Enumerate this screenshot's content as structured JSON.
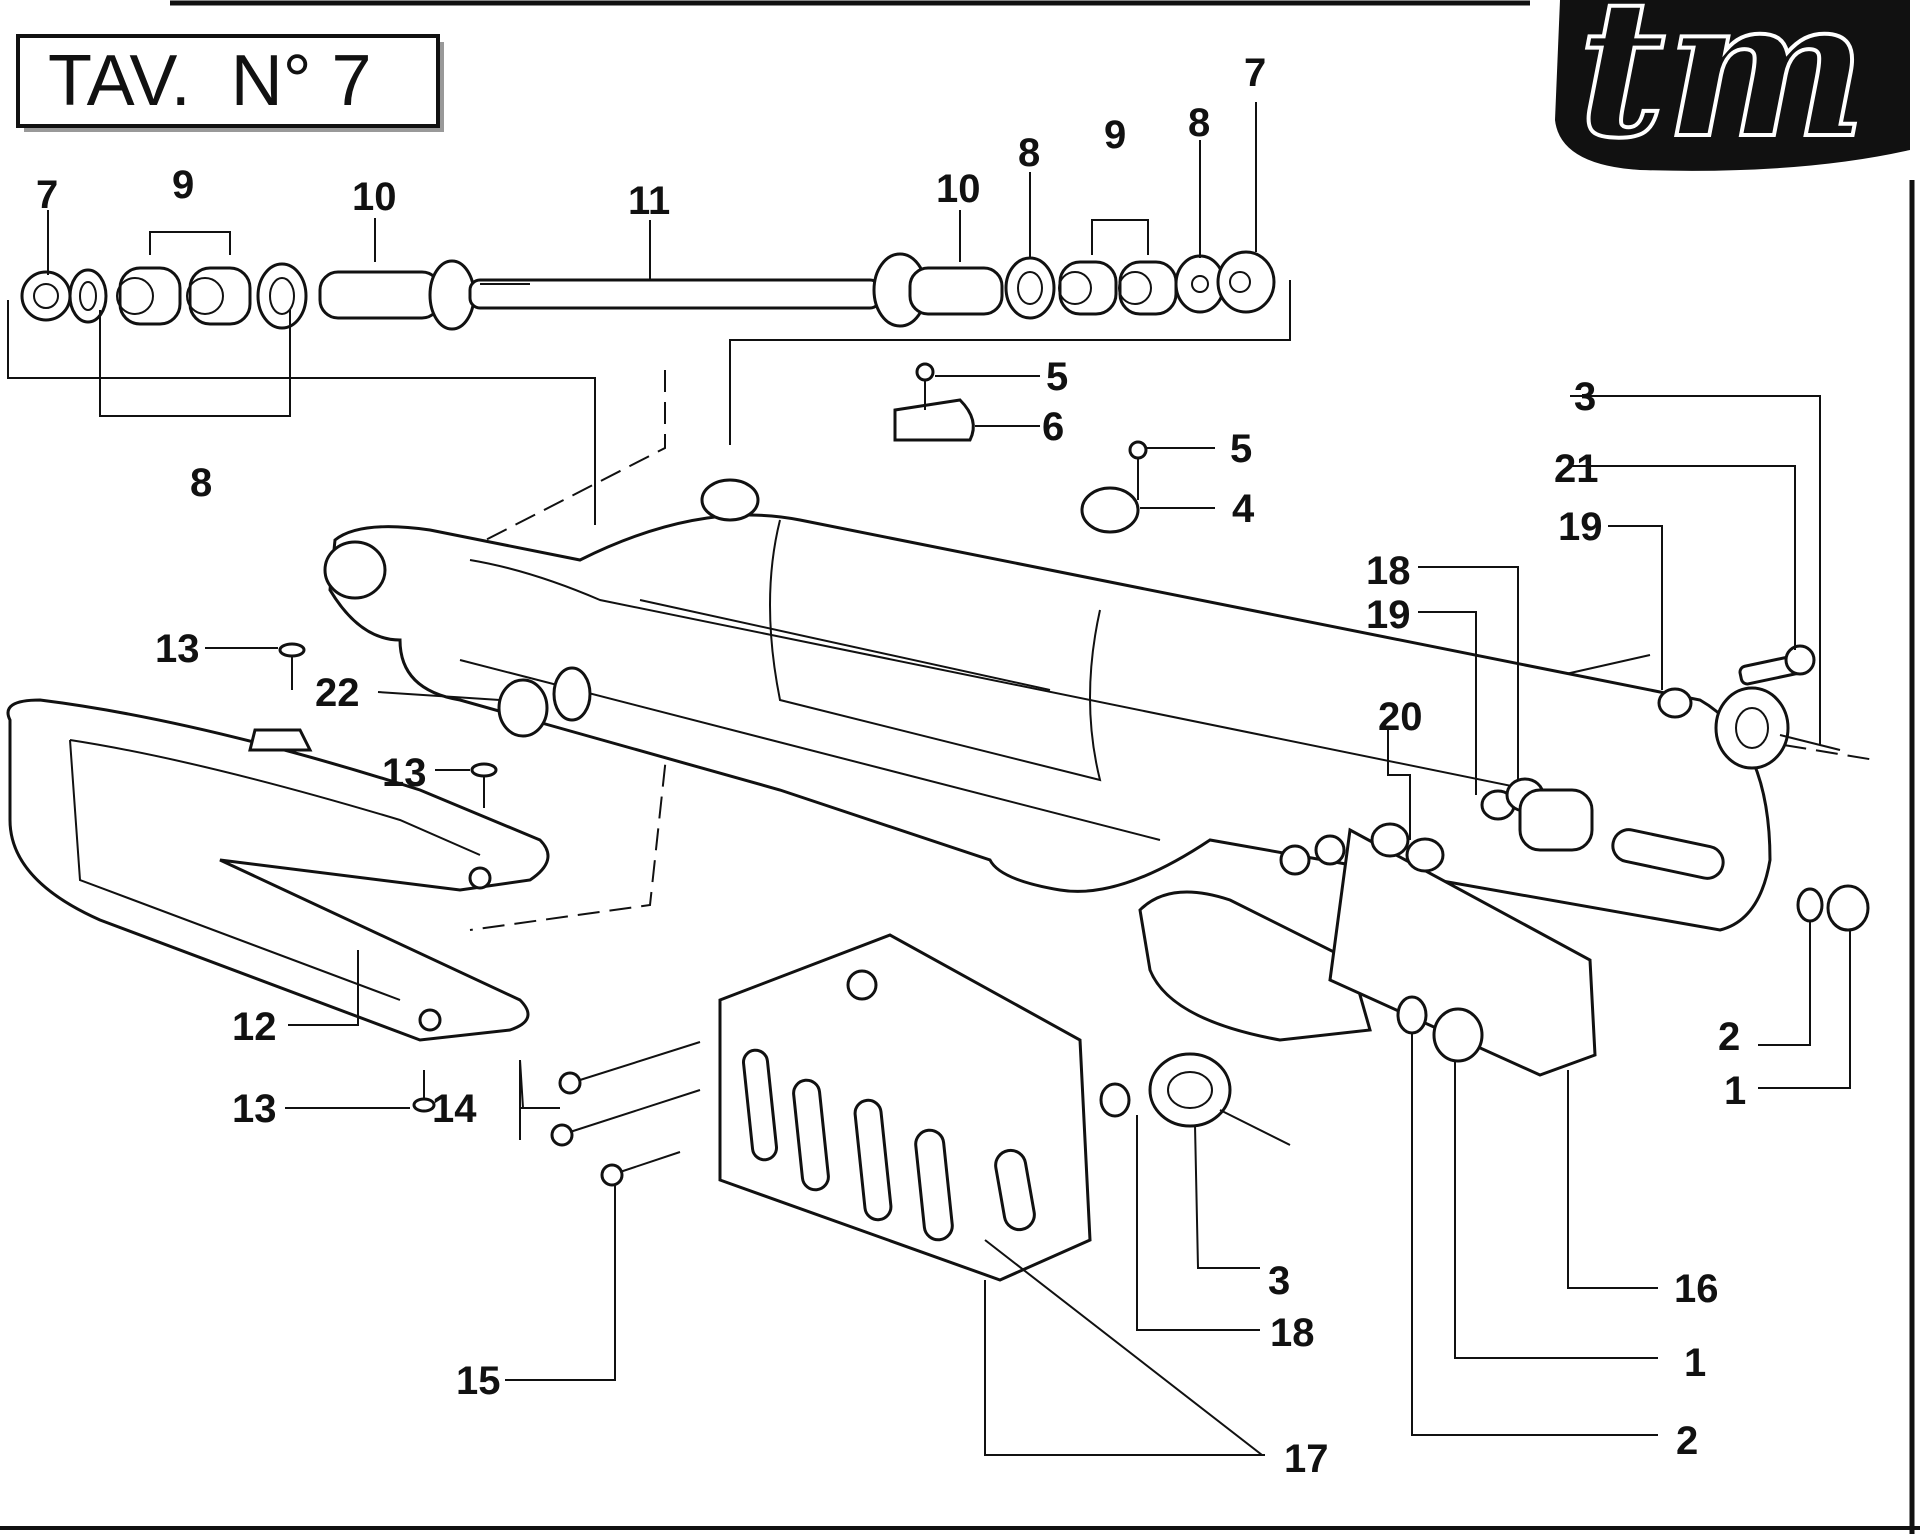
{
  "plate": {
    "title": "TAV.  N° 7",
    "logo": "tm"
  },
  "callouts": [
    {
      "id": "c-7a",
      "text": "7"
    },
    {
      "id": "c-9a",
      "text": "9"
    },
    {
      "id": "c-10a",
      "text": "10"
    },
    {
      "id": "c-11",
      "text": "11"
    },
    {
      "id": "c-10b",
      "text": "10"
    },
    {
      "id": "c-8a",
      "text": "8"
    },
    {
      "id": "c-9b",
      "text": "9"
    },
    {
      "id": "c-8b",
      "text": "8"
    },
    {
      "id": "c-7b",
      "text": "7"
    },
    {
      "id": "c-8c",
      "text": "8"
    },
    {
      "id": "c-5a",
      "text": "5"
    },
    {
      "id": "c-6",
      "text": "6"
    },
    {
      "id": "c-5b",
      "text": "5"
    },
    {
      "id": "c-4",
      "text": "4"
    },
    {
      "id": "c-3a",
      "text": "3"
    },
    {
      "id": "c-21",
      "text": "21"
    },
    {
      "id": "c-19a",
      "text": "19"
    },
    {
      "id": "c-18a",
      "text": "18"
    },
    {
      "id": "c-19b",
      "text": "19"
    },
    {
      "id": "c-20",
      "text": "20"
    },
    {
      "id": "c-13a",
      "text": "13"
    },
    {
      "id": "c-22",
      "text": "22"
    },
    {
      "id": "c-13b",
      "text": "13"
    },
    {
      "id": "c-12",
      "text": "12"
    },
    {
      "id": "c-13c",
      "text": "13"
    },
    {
      "id": "c-14",
      "text": "14"
    },
    {
      "id": "c-15",
      "text": "15"
    },
    {
      "id": "c-17",
      "text": "17"
    },
    {
      "id": "c-18b",
      "text": "18"
    },
    {
      "id": "c-3b",
      "text": "3"
    },
    {
      "id": "c-16",
      "text": "16"
    },
    {
      "id": "c-1a",
      "text": "1"
    },
    {
      "id": "c-2a",
      "text": "2"
    },
    {
      "id": "c-2b",
      "text": "2"
    },
    {
      "id": "c-1b",
      "text": "1"
    }
  ]
}
